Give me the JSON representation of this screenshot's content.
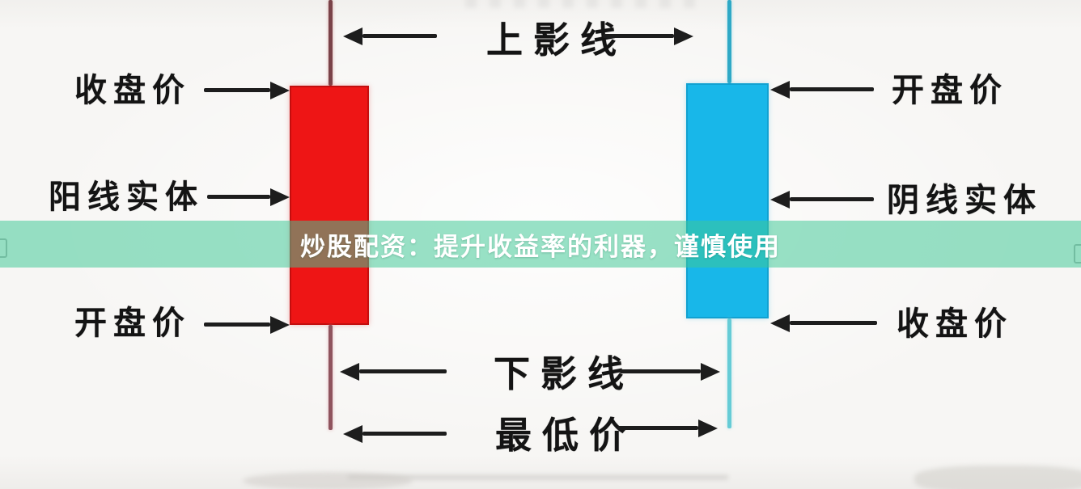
{
  "banner": {
    "text": "炒股配资：提升收益率的利器，谨慎使用"
  },
  "labels": {
    "upper_shadow": "上影线",
    "lower_shadow": "下影线",
    "lowest_price": "最低价",
    "bull_close": "收盘价",
    "bull_body": "阳线实体",
    "bull_open": "开盘价",
    "bear_open": "开盘价",
    "bear_body": "阴线实体",
    "bear_close": "收盘价"
  },
  "colors": {
    "background": "#f7f6f4",
    "bull_body": "#ee1515",
    "bull_wick": "#7a4349",
    "bear_body": "#18b7e9",
    "bear_wick": "#2fa9c6",
    "banner_overlay": "#3ec896",
    "banner_text": "#ffffff",
    "arrow": "#1d1d1d",
    "label_text": "#141414"
  }
}
